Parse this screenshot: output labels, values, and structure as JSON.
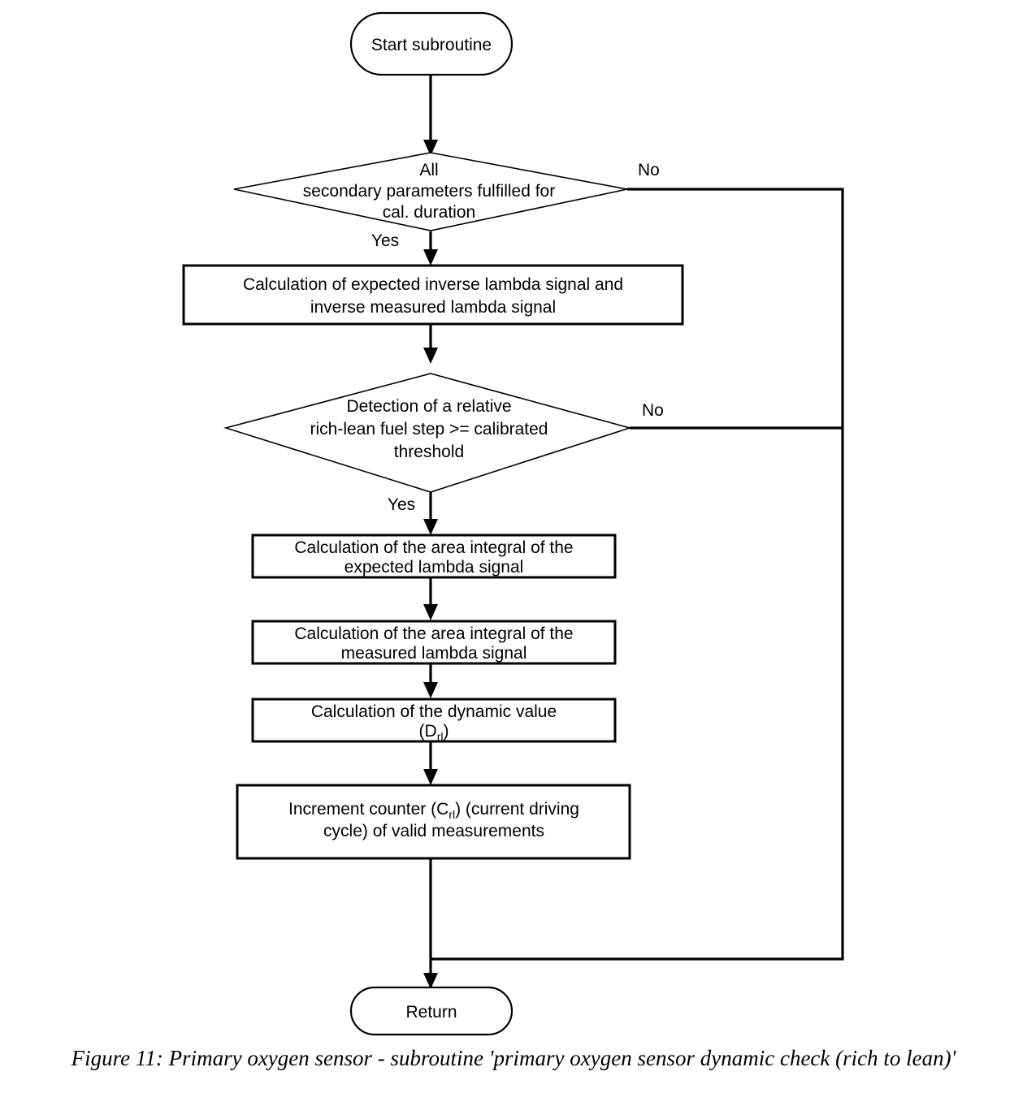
{
  "figure": {
    "caption": "Figure 11: Primary oxygen sensor - subroutine 'primary oxygen sensor dynamic check (rich to lean)'"
  },
  "flowchart": {
    "type": "flowchart",
    "orientation": "top-to-bottom",
    "nodes": [
      {
        "id": "start",
        "shape": "terminator",
        "lines": [
          "Start subroutine"
        ]
      },
      {
        "id": "decision-secondary-parameters",
        "shape": "decision",
        "lines": [
          "All",
          "secondary parameters fulfilled for",
          "cal. duration"
        ],
        "yes_label": "Yes",
        "no_label": "No"
      },
      {
        "id": "calc-inverse-lambda",
        "shape": "process",
        "lines": [
          "Calculation of expected inverse lambda signal and",
          "inverse measured lambda signal"
        ]
      },
      {
        "id": "decision-rich-lean-step",
        "shape": "decision",
        "lines": [
          "Detection of a relative",
          "rich-lean fuel step >= calibrated",
          "threshold"
        ],
        "yes_label": "Yes",
        "no_label": "No"
      },
      {
        "id": "calc-area-expected",
        "shape": "process",
        "lines": [
          "Calculation of the area integral of the",
          "expected lambda signal"
        ]
      },
      {
        "id": "calc-area-measured",
        "shape": "process",
        "lines": [
          "Calculation of the area integral of the",
          "measured lambda signal"
        ]
      },
      {
        "id": "calc-dynamic-value",
        "shape": "process",
        "lines": [
          "Calculation of the dynamic value",
          "(D"
        ],
        "subscript": "rl",
        "line2_tail": ")"
      },
      {
        "id": "increment-counter",
        "shape": "process",
        "line1_head": "Increment counter (C",
        "subscript": "rl",
        "line1_tail": ") (current driving",
        "line2": "cycle) of valid measurements"
      },
      {
        "id": "return",
        "shape": "terminator",
        "lines": [
          "Return"
        ]
      }
    ]
  },
  "colors": {
    "stroke": "#000000",
    "fill": "#ffffff",
    "background": "#ffffff"
  }
}
